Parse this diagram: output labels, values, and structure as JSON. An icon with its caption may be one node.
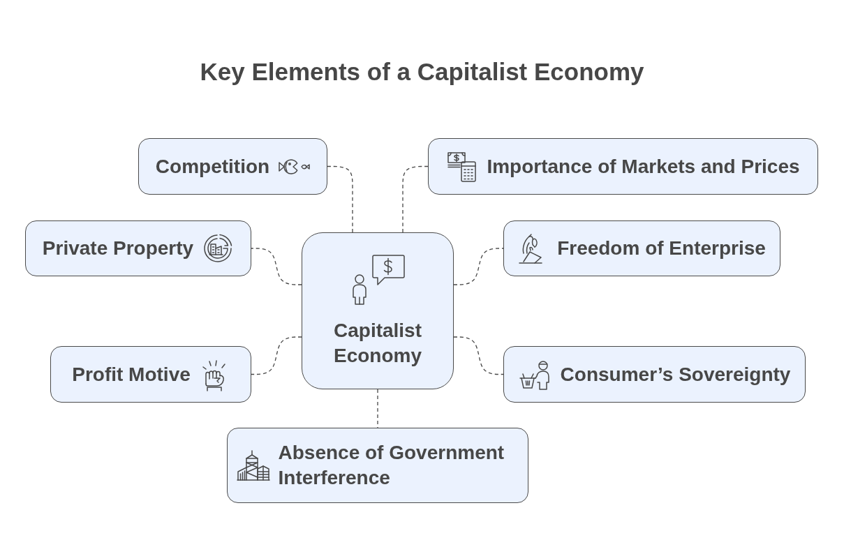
{
  "diagram": {
    "title": "Key Elements of a Capitalist Economy",
    "nodes": [
      {
        "text": [
          "Competition"
        ]
      },
      {
        "text": [
          "Importance of Markets and Prices"
        ]
      },
      {
        "text": [
          "Private Property"
        ]
      },
      {
        "text": [
          "Capitalist Economy"
        ]
      },
      {
        "text": [
          "Freedom of Enterprise"
        ]
      },
      {
        "text": [
          "Profit Motive"
        ]
      },
      {
        "text": [
          "Consumer’s Sovereignty"
        ]
      },
      {
        "text": [
          "Absence of Government Interference"
        ]
      }
    ],
    "edges": [
      {
        "from": 3,
        "to": 0,
        "arrow": "none",
        "style": "dashed"
      },
      {
        "from": 3,
        "to": 1,
        "arrow": "none",
        "style": "dashed"
      },
      {
        "from": 3,
        "to": 2,
        "arrow": "none",
        "style": "dashed"
      },
      {
        "from": 3,
        "to": 4,
        "arrow": "none",
        "style": "dashed"
      },
      {
        "from": 3,
        "to": 5,
        "arrow": "none",
        "style": "dashed"
      },
      {
        "from": 3,
        "to": 6,
        "arrow": "none",
        "style": "dashed"
      },
      {
        "from": 3,
        "to": 7,
        "arrow": "none",
        "style": "dashed"
      }
    ]
  }
}
